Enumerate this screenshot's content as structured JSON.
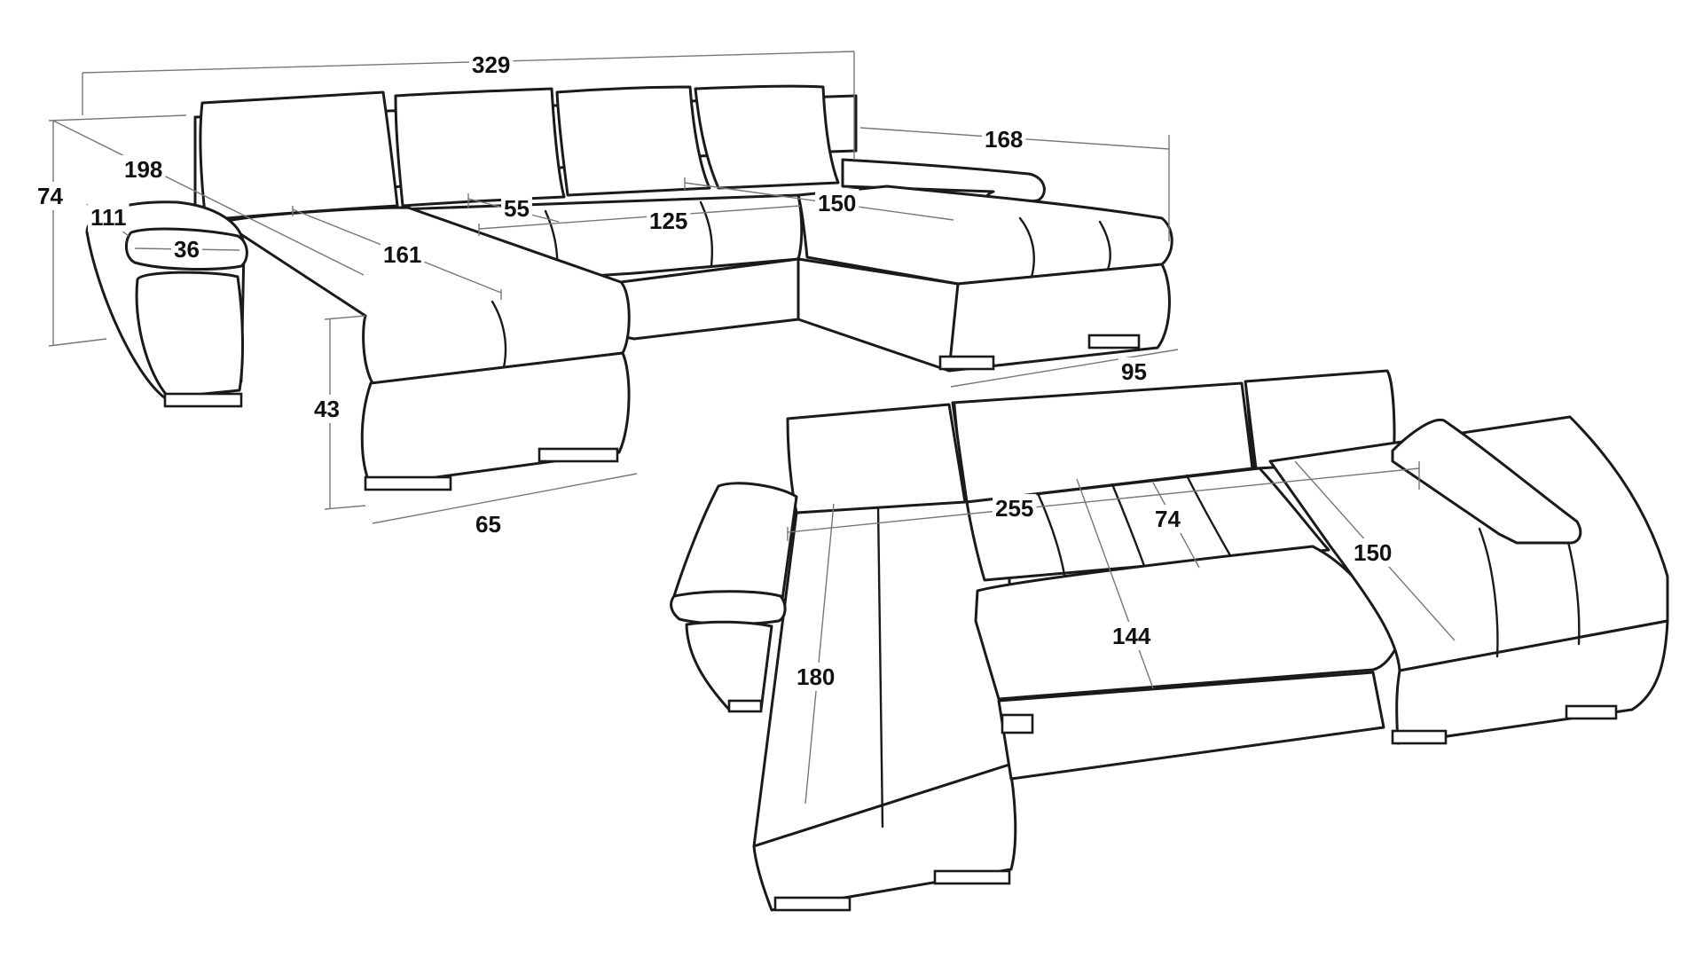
{
  "dimensions": {
    "overall_width": "329",
    "arm_depth_total": "198",
    "back_height": "74",
    "arm_height": "111",
    "arm_width": "36",
    "cushion_depth": "55",
    "chaise_length_left": "161",
    "middle_width": "125",
    "right_module_width": "150",
    "right_depth": "168",
    "right_seat_depth": "95",
    "seat_height": "43",
    "chaise_width_left": "65",
    "bed_width": "255",
    "bed_small_depth": "74",
    "bed_length_left": "180",
    "bed_middle_depth": "144",
    "bed_right_depth": "150"
  },
  "colors": {
    "stroke": "#1a1a1a",
    "dimension_line": "#777777",
    "background": "#ffffff"
  }
}
